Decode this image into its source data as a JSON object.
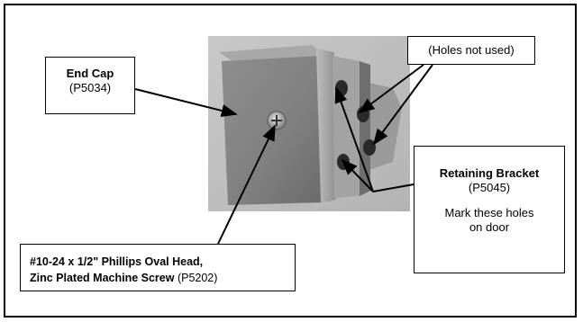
{
  "end_cap": {
    "name": "End Cap",
    "part": "(P5034)"
  },
  "holes_not_used": {
    "label": "(Holes not used)"
  },
  "retaining_bracket": {
    "name": "Retaining Bracket",
    "part": "(P5045)",
    "note_line1": "Mark these holes",
    "note_line2": "on door"
  },
  "screw": {
    "line1": "#10-24 x 1/2\" Phillips Oval Head,",
    "line2_bold": "Zinc Plated Machine Screw",
    "line2_part": "(P5202)"
  },
  "colors": {
    "line": "#000000",
    "background": "#ffffff",
    "photo_metal": "#8a8a8a"
  }
}
